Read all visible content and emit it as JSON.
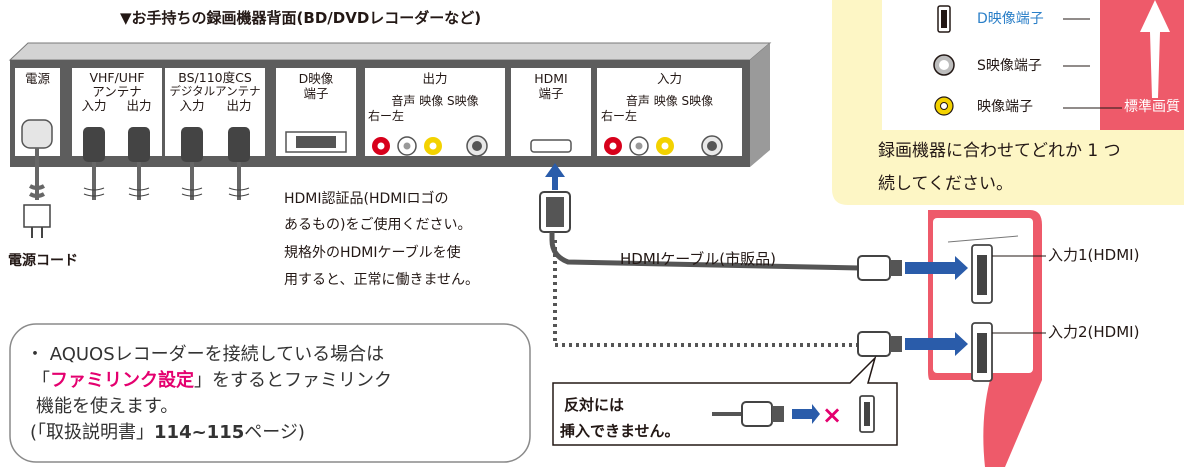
{
  "header": {
    "title": "▼お手持ちの録画機器背面(BD/DVDレコーダーなど)"
  },
  "panels": {
    "power": "電源",
    "vhf_l1": "VHF/UHF",
    "vhf_l2": "アンテナ",
    "vhf_in": "入力",
    "vhf_out": "出力",
    "bs_l1": "BS/110度CS",
    "bs_l2": "デジタルアンテナ",
    "bs_in": "入力",
    "bs_out": "出力",
    "d_l1": "D映像",
    "d_l2": "端子",
    "out_title": "出力",
    "out_sub1": "音声  映像  S映像",
    "out_sub2": "右ー左",
    "hdmi_l1": "HDMI",
    "hdmi_l2": "端子",
    "in_title": "入力",
    "in_sub1": "音声  映像  S映像",
    "in_sub2": "右ー左"
  },
  "cords": {
    "power_cord": "電源コード"
  },
  "notice": {
    "line1": "HDMI認証品(HDMIロゴの",
    "line2": "あるもの)をご使用ください。",
    "line3": "規格外のHDMIケーブルを使",
    "line4": "用すると、正常に働きません。"
  },
  "cable": {
    "label": "HDMIケーブル(市販品)"
  },
  "inputs": {
    "input1": "入力1(HDMI)",
    "input2": "入力2(HDMI)"
  },
  "warning": {
    "line1": "反対には",
    "line2": "挿入できません。"
  },
  "note": {
    "line1": "・ AQUOSレコーダーを接続している場合は",
    "line2_pre": "「",
    "line2_em": "ファミリンク設定",
    "line2_post": "」をするとファミリンク",
    "line3": "機能を使えます。",
    "line4_pre": "(「取扱説明書」",
    "line4_em": "114~115",
    "line4_post": "ページ)"
  },
  "legend": {
    "d_terminal": "D映像端子",
    "s_terminal": "S映像端子",
    "video_terminal": "映像端子",
    "quality_label": "標準画質",
    "text1": "録画機器に合わせてどれか 1 つ",
    "text2": "続してください。"
  },
  "colors": {
    "accent_pink": "#e4006f",
    "legend_bg": "#fdf6c5",
    "red_panel": "#ee5a6a",
    "blue": "#2a5caa",
    "dark_gray": "#555555"
  }
}
